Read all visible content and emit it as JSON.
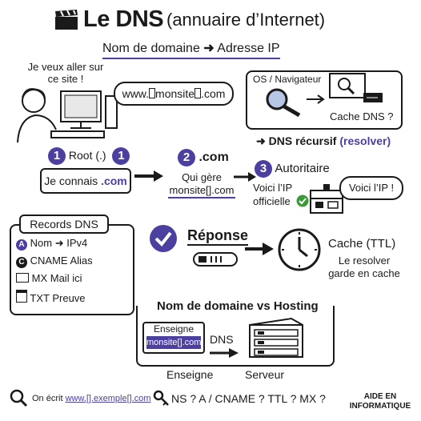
{
  "title": {
    "prefix": "Le DNS",
    "suffix": "(annuaire d’Internet)"
  },
  "subtitle": {
    "left": "Nom de domaine",
    "right": "Adresse IP"
  },
  "user": {
    "speech": "Je veux aller sur ce site !",
    "url_a": "www.",
    "url_b": "monsite",
    "url_c": ".com"
  },
  "os": {
    "label": "OS / Navigateur",
    "cache": "Cache DNS ?"
  },
  "resolver": {
    "text": "DNS récursif",
    "paren": "(resolver)"
  },
  "steps": {
    "step1": {
      "num": "1",
      "label": "Root (.)",
      "num2": "1",
      "box_a": "Je connais",
      "box_b": ".com"
    },
    "step2": {
      "num": "2",
      "label": ".com",
      "line1": "Qui gère",
      "line2": "monsite[].com"
    },
    "step3": {
      "num": "3",
      "label": "Autoritaire",
      "line1": "Voici l’IP",
      "line2": "officielle",
      "speech": "Voici l’IP !"
    }
  },
  "records": {
    "title": "Records DNS",
    "items": [
      {
        "icon": "A",
        "a": "Nom",
        "b": "IPv4"
      },
      {
        "icon": "C",
        "a": "CNAME",
        "b": "Alias"
      },
      {
        "icon": "MX",
        "a": "MX",
        "b": "Mail ici"
      },
      {
        "icon": "TXT",
        "a": "TXT",
        "b": "Preuve"
      }
    ]
  },
  "response": {
    "label": "Réponse",
    "cache_title": "Cache (TTL)",
    "cache_line1": "Le resolver",
    "cache_line2": "garde en cache"
  },
  "hosting": {
    "title": "Nom de domaine vs Hosting",
    "sign_title": "Enseigne",
    "sign_domain": "monsite[].com",
    "dns": "DNS",
    "left_caption": "Enseigne",
    "right_caption": "Serveur"
  },
  "footer": {
    "written_label": "On écrit",
    "example": "www.[].exemple[].com",
    "questions": "NS ? A / CNAME ? TTL ? MX ?",
    "brand1": "AIDE EN",
    "brand2": "INFORMATIQUE"
  },
  "colors": {
    "accent": "#4b3fa0",
    "ink": "#1a1a1a",
    "ok": "#3a9a3a"
  }
}
